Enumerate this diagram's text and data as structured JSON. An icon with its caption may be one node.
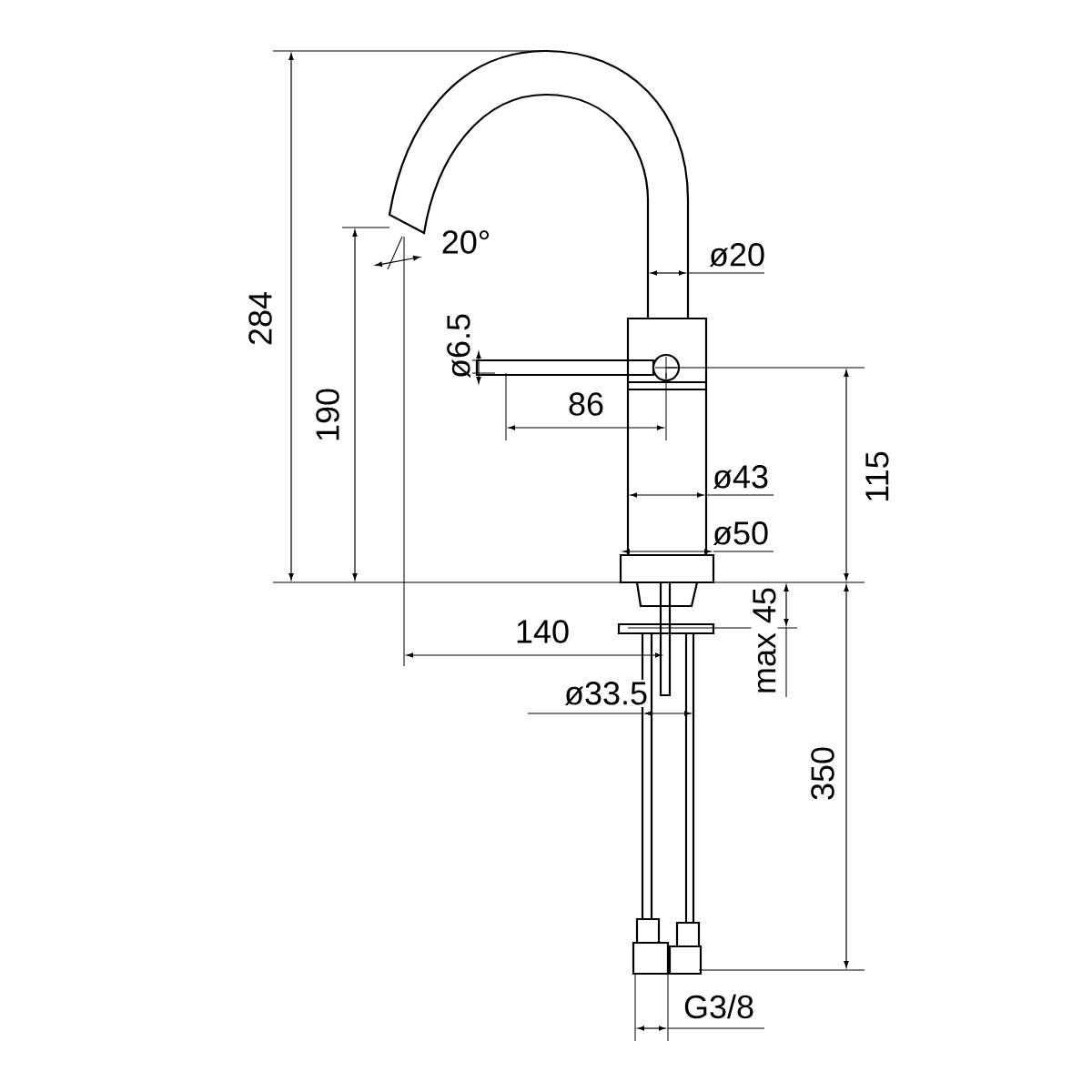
{
  "diagram": {
    "labels": [
      "284",
      "20°",
      "190",
      "ø20",
      "ø6.5",
      "86",
      "ø43",
      "115",
      "ø50",
      "140",
      "max 45",
      "ø33.5",
      "350",
      "G3/8"
    ]
  }
}
